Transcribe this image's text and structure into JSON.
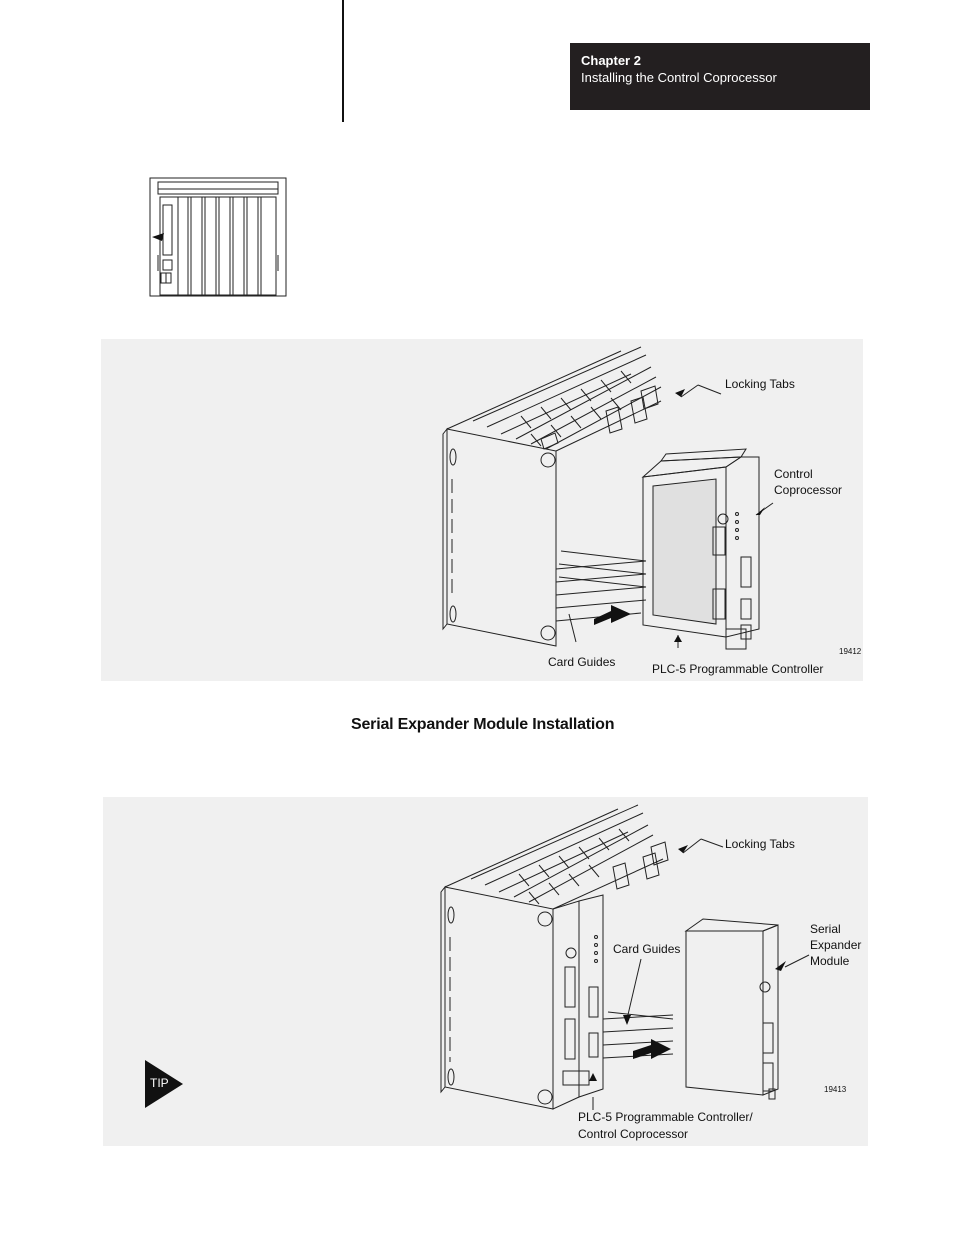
{
  "header": {
    "chapter": "Chapter  2",
    "chapter_title": "Installing the Control Coprocessor"
  },
  "figure1": {
    "locking_tabs": "Locking Tabs",
    "control_coprocessor_line1": "Control",
    "control_coprocessor_line2": "Coprocessor",
    "card_guides": "Card Guides",
    "plc5": "PLC-5 Programmable Controller",
    "figure_number": "19412"
  },
  "section_title": "Serial Expander Module Installation",
  "figure2": {
    "locking_tabs": "Locking Tabs",
    "card_guides": "Card Guides",
    "sem_line1": "Serial",
    "sem_line2": "Expander",
    "sem_line3": "Module",
    "plc5_line1": "PLC-5 Programmable Controller/",
    "plc5_line2": "Control Coprocessor",
    "figure_number": "19413"
  },
  "tip": {
    "label": "TIP"
  }
}
